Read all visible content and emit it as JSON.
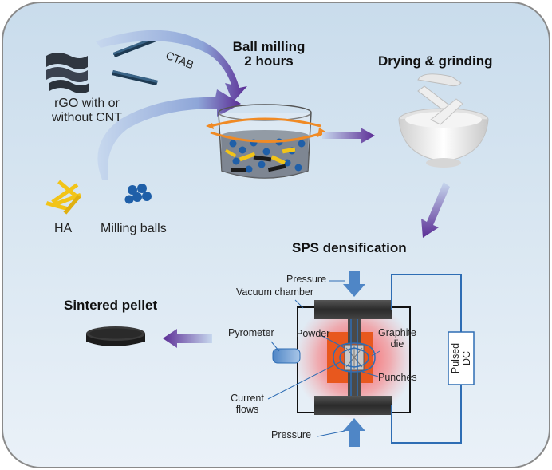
{
  "labels": {
    "ctab": "CTAB",
    "ball_milling_line1": "Ball milling",
    "ball_milling_line2": "2 hours",
    "drying_grinding": "Drying & grinding",
    "rgo_line1": "rGO with or",
    "rgo_line2": "without CNT",
    "ha": "HA",
    "milling_balls": "Milling balls",
    "sps_densification": "SPS densification",
    "sintered_pellet": "Sintered pellet",
    "pressure_top": "Pressure",
    "pressure_bottom": "Pressure",
    "vacuum_chamber": "Vacuum chamber",
    "pyrometer": "Pyrometer",
    "powder": "Powder",
    "graphite_die_line1": "Graphite",
    "graphite_die_line2": "die",
    "punches": "Punches",
    "current_flows_line1": "Current",
    "current_flows_line2": "flows",
    "pulsed_dc_line1": "Pulsed",
    "pulsed_dc_line2": "DC"
  },
  "colors": {
    "background": "#d2e2ef",
    "arrow_purple": "#5b2d95",
    "arrow_blue": "#4f86c6",
    "graphite_die": "#e8581e",
    "plate_dark": "#3a3a3a",
    "milling_ball": "#1f5fa8",
    "ha_yellow": "#f2c418",
    "circuit_blue": "#2e6db4"
  }
}
